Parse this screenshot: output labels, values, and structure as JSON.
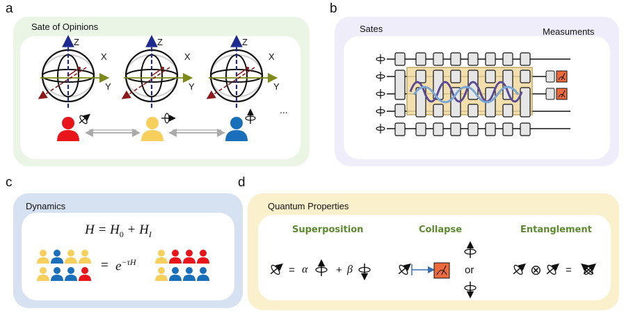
{
  "panels": {
    "a": {
      "label": "a",
      "title": "Sate of Opinions",
      "axis_z": "Z",
      "axis_x": "X",
      "axis_y": "Y",
      "ellipsis": "..."
    },
    "b": {
      "label": "b",
      "title_left": "Sates",
      "title_right": "Measuments"
    },
    "c": {
      "label": "c",
      "title": "Dynamics",
      "hamiltonian": "H = H",
      "hamiltonian_sub0": "0",
      "hamiltonian_plus": " + H",
      "hamiltonian_subI": "I",
      "equals": "=",
      "exp_base": "e",
      "exp_power": "−τH"
    },
    "d": {
      "label": "d",
      "title": "Quantum Properties",
      "superposition": {
        "header": "Superposition",
        "eq": "=",
        "alpha": "α",
        "plus": "+",
        "beta": "β"
      },
      "collapse": {
        "header": "Collapse",
        "or": "or"
      },
      "entanglement": {
        "header": "Entanglement",
        "tensor": "⊗",
        "eq": "="
      }
    }
  },
  "colors": {
    "panel_a_bg": "#eaf5e6",
    "panel_b_bg": "#efedf9",
    "panel_c_bg": "#d6e1f1",
    "panel_d_bg": "#fbf0cc",
    "person_red": "#e8151b",
    "person_yellow": "#f7cf5d",
    "person_blue": "#1a6fba",
    "header_green": "#5b8a2e",
    "measure_orange": "#ec6a3c",
    "axis_z": "#1d2a8f",
    "axis_y": "#7d8a1a",
    "axis_x": "#8b1a1a"
  }
}
